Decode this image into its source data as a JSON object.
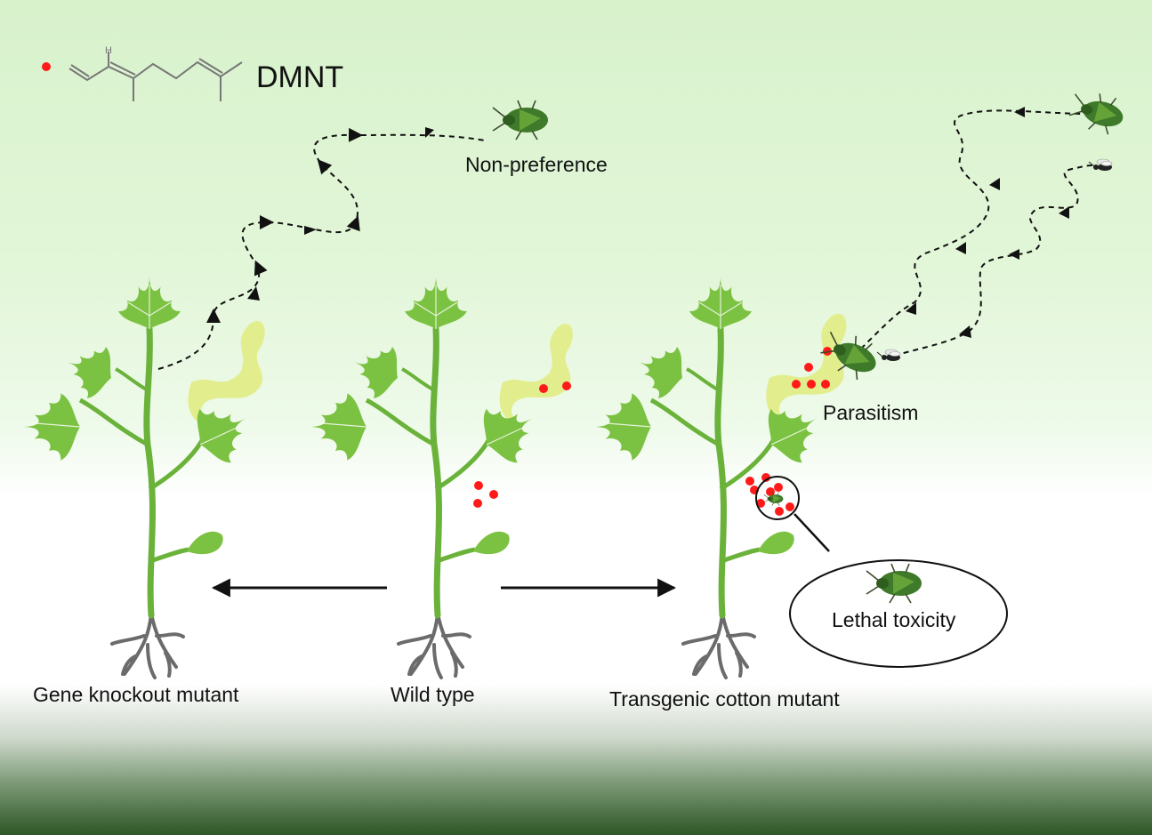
{
  "legend": {
    "compound_label": "DMNT",
    "marker_color": "#ff1a1a",
    "structure_atom_label": "H"
  },
  "labels": {
    "non_preference": "Non-preference",
    "parasitism": "Parasitism",
    "lethal_toxicity": "Lethal toxicity",
    "gene_knockout": "Gene knockout mutant",
    "wild_type": "Wild type",
    "transgenic": "Transgenic cotton mutant"
  },
  "colors": {
    "leaf": "#7cc242",
    "leaf_dark": "#5aa832",
    "stem": "#6ab23a",
    "root": "#6b6b6b",
    "plume": "#e2ee8e",
    "dmnt": "#ff1a1a",
    "insect": "#3e7a2a",
    "arrow": "#111111"
  },
  "icons": [
    "dmnt-structure-icon",
    "stink-bug-icon",
    "parasitoid-wasp-icon",
    "cotton-plant-icon"
  ]
}
